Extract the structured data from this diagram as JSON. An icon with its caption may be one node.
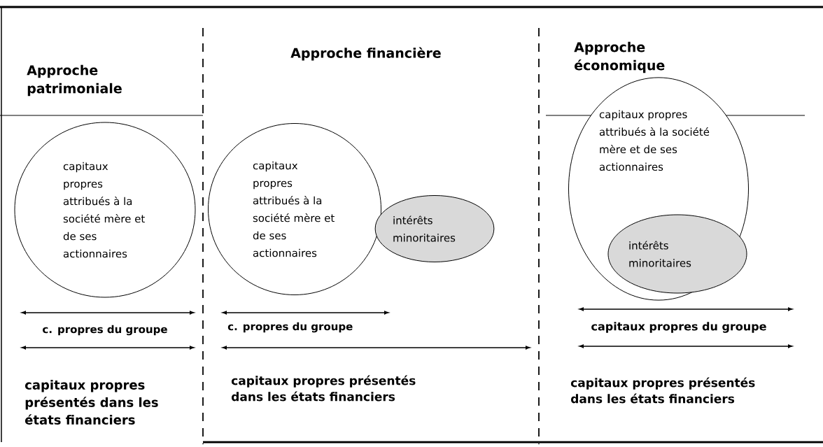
{
  "diagram": {
    "nodes": [
      {
        "text": [
          "capitaux propres attribués à la société mère et de ses actionnaires"
        ]
      },
      {
        "text": [
          "capitaux propres attribués à la société mère et de ses actionnaires"
        ]
      },
      {
        "text": [
          "intérêts minoritaires"
        ]
      },
      {
        "text": [
          "capitaux propres attribués à la société mère et de ses actionnaires"
        ]
      },
      {
        "text": [
          "intérêts minoritaires"
        ],
        "in": 3
      }
    ],
    "labels": [
      "Approche patrimoniale",
      "Approche financière",
      "Approche économique",
      "c. propres du groupe",
      "c. propres du groupe",
      "capitaux propres du groupe",
      "capitaux propres présentés dans les états financiers",
      "capitaux propres présentés dans les états financiers",
      "capitaux propres présentés dans les états financiers"
    ]
  }
}
